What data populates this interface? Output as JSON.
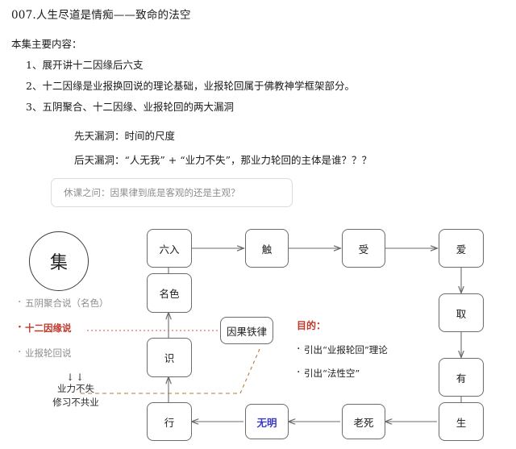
{
  "notes": {
    "title": "007.人生尽道是情痴——致命的法空",
    "subtitle": "本集主要内容：",
    "items": [
      "1、展开讲十二因缘后六支",
      "2、十二因缘是业报换回说的理论基础，业报轮回属于佛教神学框架部分。",
      "3、五阴聚合、十二因缘、业报轮回的两大漏洞"
    ],
    "sub_items": [
      "先天漏洞：时间的尺度",
      "后天漏洞：“人无我” + “业力不失”，那业力轮回的主体是谁？？？"
    ]
  },
  "question": {
    "text": "休课之问：因果律到底是客观的还是主观？"
  },
  "diagram": {
    "circle_label": "集",
    "left_bullets": [
      "五阴聚合说（名色）",
      "十二因缘说",
      "业报轮回说"
    ],
    "karma_note": {
      "arrows": "↓↓",
      "line1": "业力不失",
      "line2": "修习不共业"
    },
    "law_box": "因果铁律",
    "purpose": {
      "heading": "目的：",
      "items": [
        "引出“业报轮回”理论",
        "引出“法性空”"
      ]
    },
    "nodes": {
      "liuru": "六入",
      "chu": "触",
      "shou": "受",
      "ai": "爱",
      "mingse": "名色",
      "qu": "取",
      "shi": "识",
      "you": "有",
      "xing": "行",
      "wuming": "无明",
      "laosi": "老死",
      "sheng": "生"
    }
  },
  "colors": {
    "accent_red": "#c0392b",
    "accent_blue": "#3b3bc4",
    "dotted_red": "#d9746b",
    "dashed_brown": "#b5793a",
    "box_border": "#6b6b6b",
    "arrow": "#6b6b6b",
    "muted_text": "#8d8d8d"
  }
}
